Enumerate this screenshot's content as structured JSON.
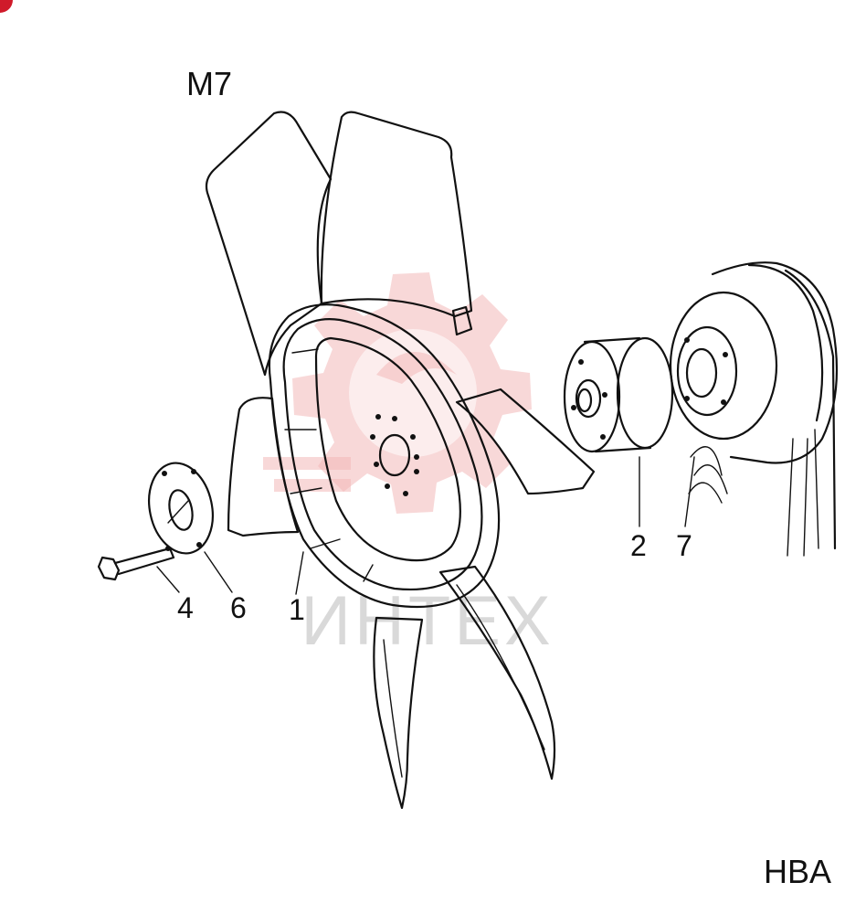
{
  "diagram": {
    "model_label": "M7",
    "code_label": "HBA",
    "watermark_text": "ИНТЕХ",
    "callouts": {
      "fan": "1",
      "spacer": "2",
      "bolt": "4",
      "washer": "6",
      "pulley": "7"
    }
  }
}
